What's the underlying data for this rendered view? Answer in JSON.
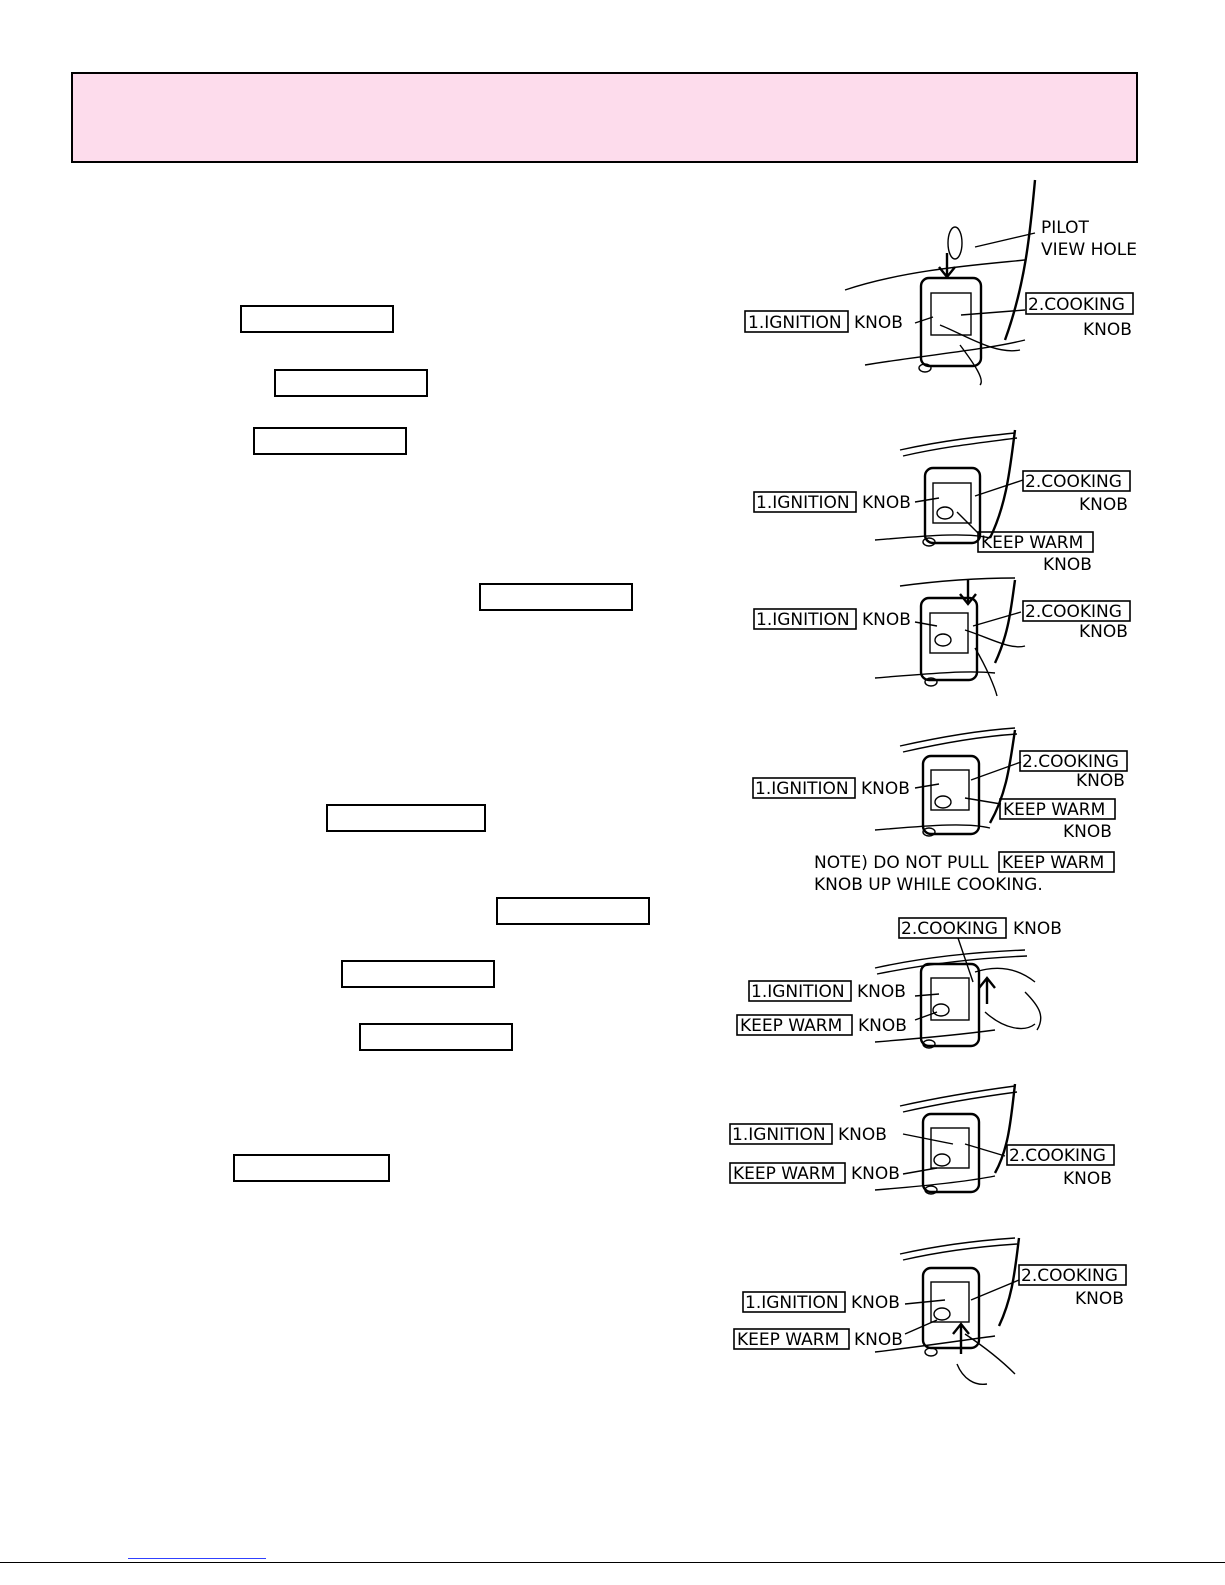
{
  "banner": {
    "color": "#fddcec"
  },
  "labels": {
    "pilot": "PILOT",
    "view_hole": "VIEW HOLE",
    "ignition": "1.IGNITION",
    "cooking": "2.COOKING",
    "keep_warm": "KEEP WARM",
    "knob": "KNOB",
    "note_line1": "NOTE) DO NOT PULL",
    "note_line2": "KNOB UP WHILE COOKING."
  }
}
